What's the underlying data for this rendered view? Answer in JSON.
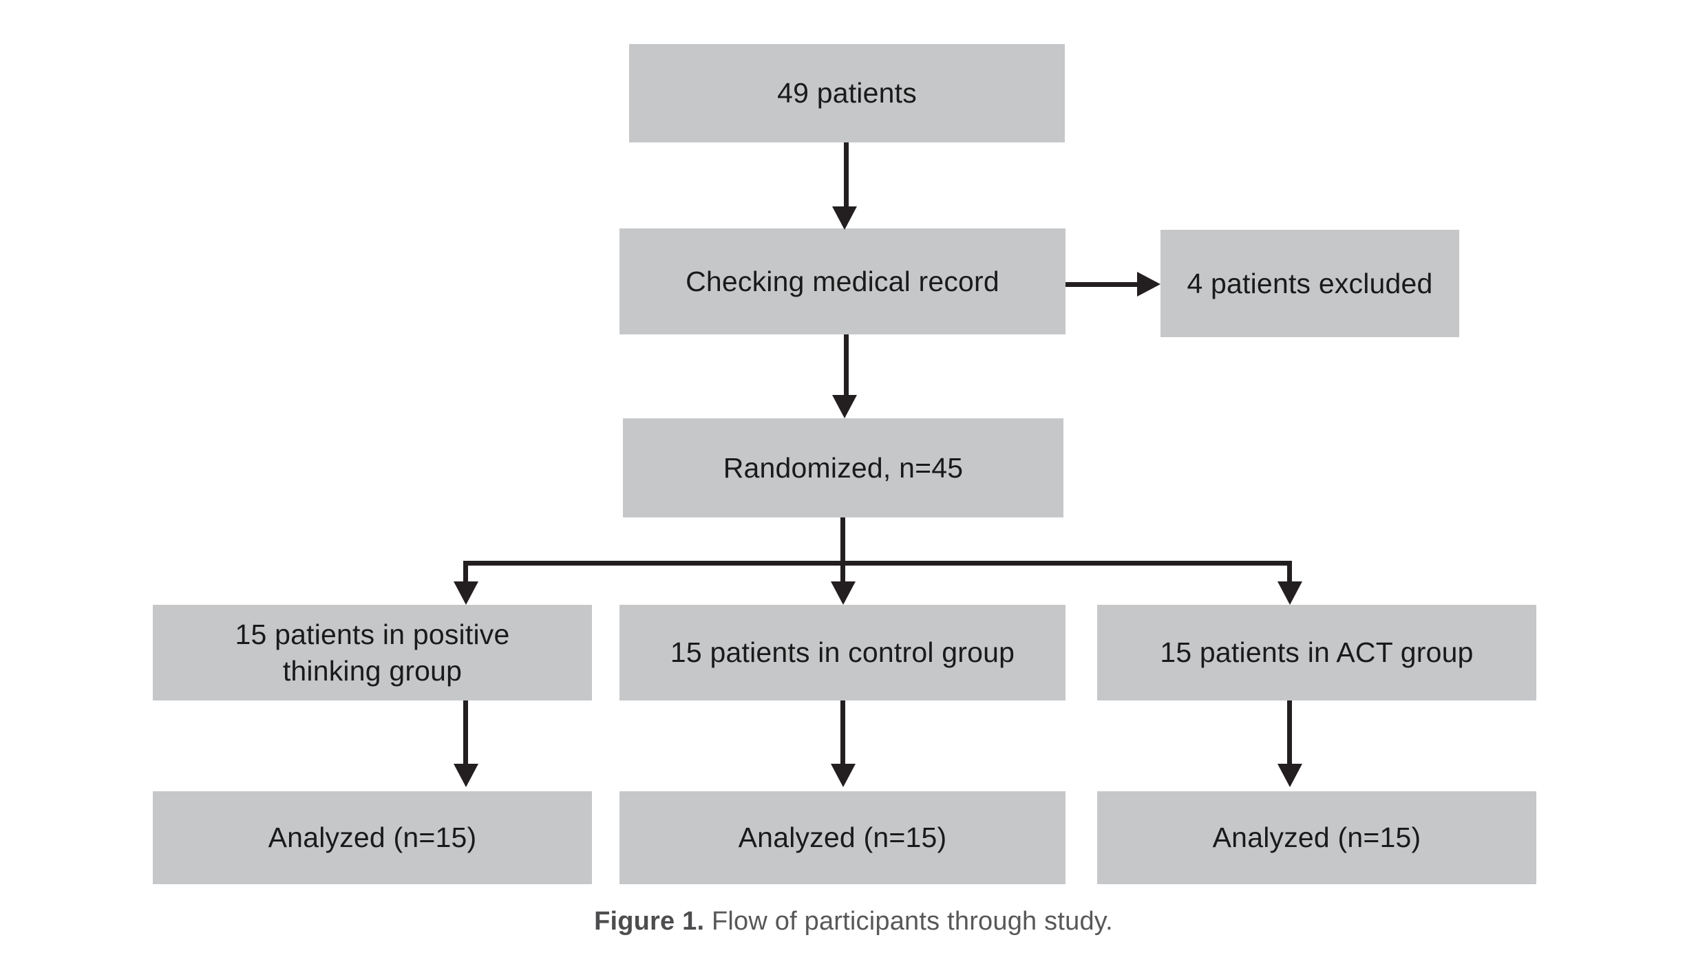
{
  "figure": {
    "caption_label": "Figure 1.",
    "caption_text": " Flow of participants through study."
  },
  "colors": {
    "node_fill": "#c6c7c9",
    "node_text": "#1a1a1a",
    "connector": "#231f20",
    "caption_text": "#58585a",
    "background": "#ffffff"
  },
  "chart_data": {
    "type": "diagram",
    "subtype": "consort-flow-diagram",
    "title": "Flow of participants through study",
    "orientation": "top-to-bottom",
    "nodes": [
      {
        "id": "total",
        "label": "49 patients",
        "level": 0,
        "column": "center"
      },
      {
        "id": "check",
        "label": "Checking medical record",
        "level": 1,
        "column": "center"
      },
      {
        "id": "excluded",
        "label": "4 patients excluded",
        "level": 1,
        "column": "right-aside"
      },
      {
        "id": "random",
        "label": "Randomized, n=45",
        "level": 2,
        "column": "center"
      },
      {
        "id": "grp-positive",
        "label": "15 patients in positive\nthinking group",
        "level": 3,
        "column": "left"
      },
      {
        "id": "grp-control",
        "label": "15 patients in control group",
        "level": 3,
        "column": "center"
      },
      {
        "id": "grp-act",
        "label": "15 patients in ACT group",
        "level": 3,
        "column": "right"
      },
      {
        "id": "an-positive",
        "label": "Analyzed (n=15)",
        "level": 4,
        "column": "left"
      },
      {
        "id": "an-control",
        "label": "Analyzed (n=15)",
        "level": 4,
        "column": "center"
      },
      {
        "id": "an-act",
        "label": "Analyzed (n=15)",
        "level": 4,
        "column": "right"
      }
    ],
    "edges": [
      {
        "from": "total",
        "to": "check",
        "direction": "down"
      },
      {
        "from": "check",
        "to": "excluded",
        "direction": "right"
      },
      {
        "from": "check",
        "to": "random",
        "direction": "down"
      },
      {
        "from": "random",
        "to": "grp-positive",
        "direction": "down-branch"
      },
      {
        "from": "random",
        "to": "grp-control",
        "direction": "down-branch"
      },
      {
        "from": "random",
        "to": "grp-act",
        "direction": "down-branch"
      },
      {
        "from": "grp-positive",
        "to": "an-positive",
        "direction": "down"
      },
      {
        "from": "grp-control",
        "to": "an-control",
        "direction": "down"
      },
      {
        "from": "grp-act",
        "to": "an-act",
        "direction": "down"
      }
    ],
    "counts": {
      "screened": 49,
      "excluded": 4,
      "randomized": 45,
      "positive_thinking_group": 15,
      "control_group": 15,
      "act_group": 15,
      "analyzed_positive_thinking": 15,
      "analyzed_control": 15,
      "analyzed_act": 15
    }
  }
}
